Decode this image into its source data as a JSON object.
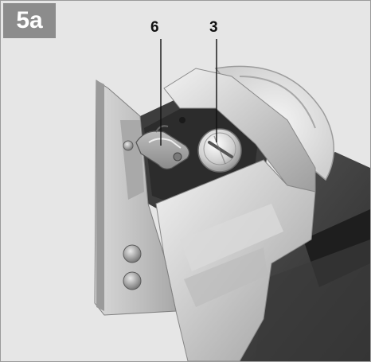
{
  "figure": {
    "badge_label": "5a"
  },
  "callouts": [
    {
      "label": "6"
    },
    {
      "label": "3"
    }
  ],
  "colors": {
    "badge_background": "#8c8c8c",
    "photo_background": "#e6e6e6",
    "border": "#9a9a9a"
  }
}
